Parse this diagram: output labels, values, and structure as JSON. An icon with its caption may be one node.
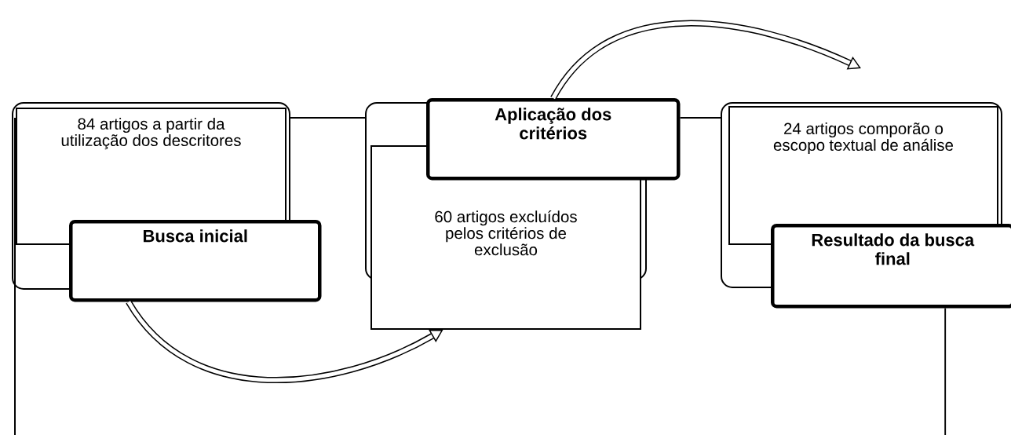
{
  "diagram": {
    "nodes": [
      {
        "text": [],
        "shape": "box"
      },
      {
        "text": [
          "84 artigos a partir da utilização dos descritores"
        ],
        "in": 0
      },
      {
        "text": [
          "Busca inicial"
        ]
      },
      {
        "text": [],
        "shape": "box"
      },
      {
        "text": [
          "60 artigos excluídos pelos critérios de exclusão"
        ]
      },
      {
        "text": [
          "Aplicação dos critérios"
        ]
      },
      {
        "text": [],
        "shape": "box"
      },
      {
        "text": [
          "24 artigos comporão o escopo textual de análise"
        ],
        "in": 6
      },
      {
        "text": [
          "Resultado da busca final"
        ]
      }
    ],
    "edges": [
      {
        "from": 0,
        "to": 3,
        "arrow": "none"
      },
      {
        "from": 5,
        "to": 6,
        "arrow": "none"
      },
      {
        "from": 0,
        "to": null,
        "arrow": "none"
      },
      {
        "from": 8,
        "to": null,
        "arrow": "none"
      },
      {
        "from": 2,
        "to": 4,
        "arrow": "to",
        "style": "thick"
      },
      {
        "from": 5,
        "to": null,
        "arrow": "to",
        "style": "thick"
      }
    ]
  }
}
